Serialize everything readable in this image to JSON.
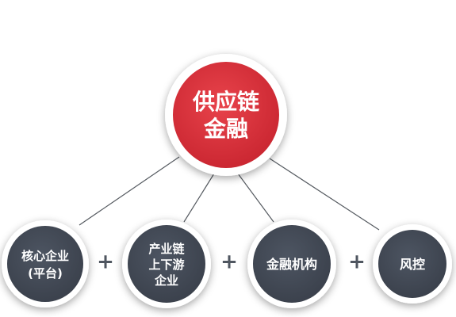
{
  "center": {
    "lines": [
      "供应链",
      "金融"
    ],
    "color": "#d9323a",
    "ring_color": "#ffffff"
  },
  "children": [
    {
      "lines": [
        "核心企业",
        "(平台)"
      ]
    },
    {
      "lines": [
        "产业链",
        "上下游",
        "企业"
      ]
    },
    {
      "lines": [
        "金融机构"
      ]
    },
    {
      "lines": [
        "风控"
      ]
    }
  ],
  "operators": [
    "+",
    "+",
    "+"
  ],
  "colors": {
    "node": "#434a56",
    "node_ring": "#ffffff",
    "connector": "#555a60",
    "plus": "#4f5660"
  }
}
